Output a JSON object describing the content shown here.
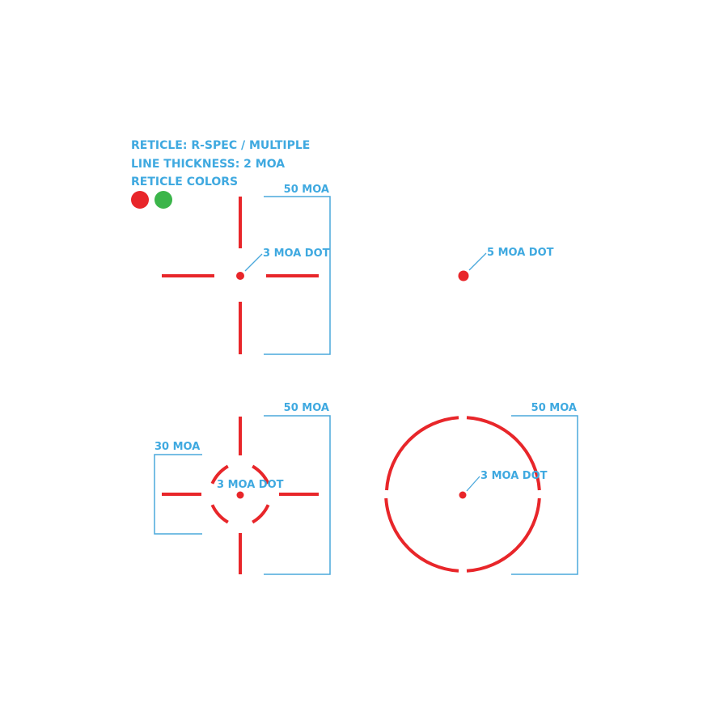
{
  "header": {
    "reticle": "RETICLE: R-SPEC / MULTIPLE",
    "line_thickness": "LINE THICKNESS: 2 MOA",
    "reticle_colors": "RETICLE COLORS"
  },
  "colors": {
    "red": "#e8262a",
    "green": "#3bb54a",
    "annotation": "#4aa8dc"
  },
  "reticles": {
    "crosshair": {
      "size_label": "50 MOA",
      "dot_label": "3 MOA DOT"
    },
    "dot": {
      "dot_label": "5 MOA DOT"
    },
    "circle_cross": {
      "size_label": "50 MOA",
      "ring_label": "30 MOA",
      "dot_label": "3 MOA DOT"
    },
    "circle": {
      "size_label": "50 MOA",
      "dot_label": "3 MOA DOT"
    }
  }
}
